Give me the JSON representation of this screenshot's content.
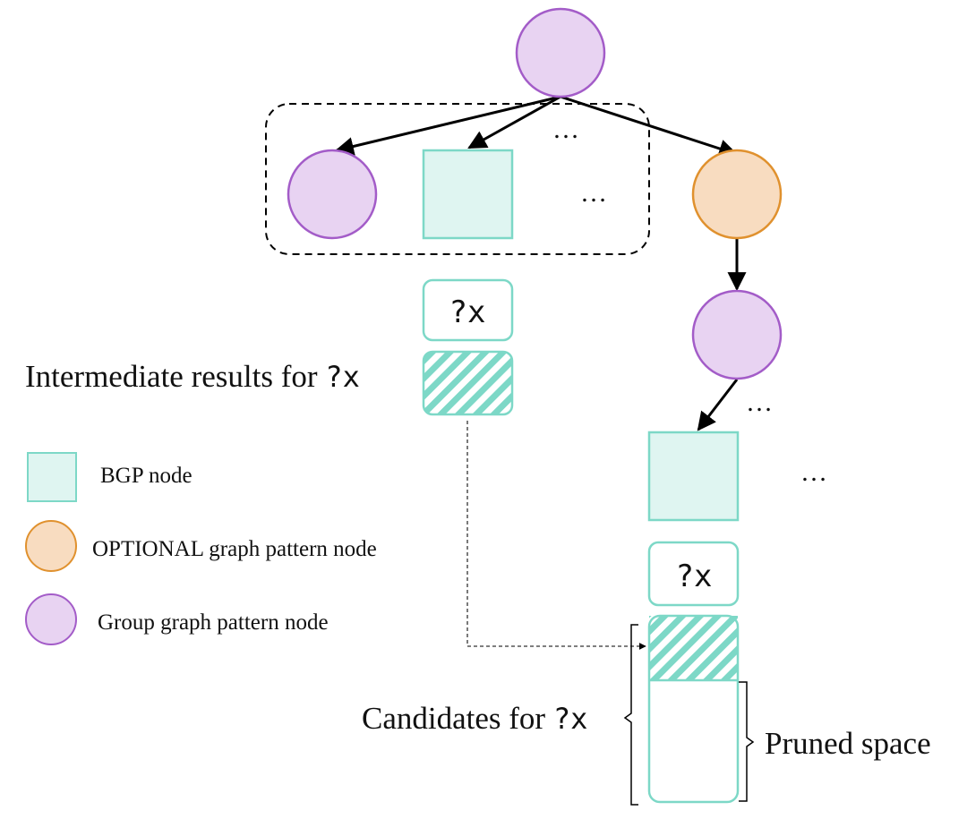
{
  "colors": {
    "group_fill": "#E8D3F2",
    "group_stroke": "#A35CC8",
    "optional_fill": "#F8DCC0",
    "optional_stroke": "#E0912E",
    "bgp_fill": "#DFF5F1",
    "bgp_stroke": "#7DD8C7",
    "edge": "#000000"
  },
  "labels": {
    "ellipsis_top": "…",
    "ellipsis_subgroup": "…",
    "ellipsis_right": "…",
    "ellipsis_bgp": "…",
    "var_left": "?x",
    "var_right": "?x",
    "intermediate_prefix": "Intermediate results for ",
    "intermediate_var": "?x",
    "candidates_prefix": "Candidates for ",
    "candidates_var": "?x",
    "pruned_space": "Pruned space"
  },
  "legend": [
    {
      "shape": "square",
      "icon": "bgp-square-icon",
      "label": "BGP node"
    },
    {
      "shape": "circle-orange",
      "icon": "optional-circle-icon",
      "label": "OPTIONAL graph pattern node"
    },
    {
      "shape": "circle-purple",
      "icon": "group-circle-icon",
      "label": "Group graph pattern node"
    }
  ]
}
